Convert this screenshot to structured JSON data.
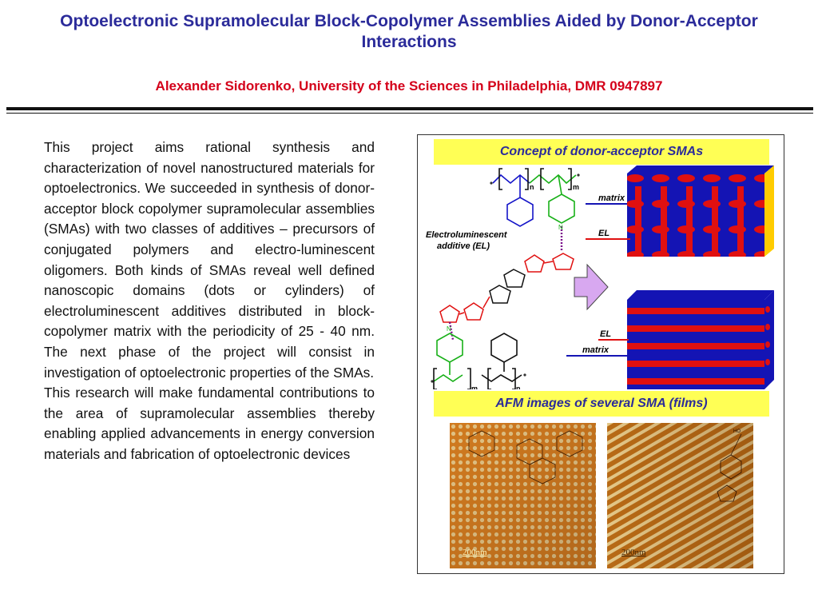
{
  "header": {
    "title": "Optoelectronic Supramolecular Block-Copolymer Assemblies Aided by Donor-Acceptor Interactions",
    "author_line": "Alexander Sidorenko, University of the Sciences in Philadelphia, DMR 0947897"
  },
  "body": {
    "paragraph_1": "This project aims rational synthesis and characterization of novel nanostructured materials for optoelectronics. We succeeded in synthesis of donor-acceptor block copolymer supramolecular assemblies (SMAs) with two classes of additives – precursors of conjugated polymers and electro-luminescent oligomers. Both kinds of SMAs reveal well defined nanoscopic domains (dots or cylinders) of electroluminescent additives distributed in block-copolymer matrix with the periodicity of 25 - 40 nm. The next phase of the project will consist in investigation of optoelectronic properties of the SMAs.",
    "paragraph_2": "This research will make fundamental contributions to the area of supramolecular assemblies thereby enabling applied advancements in energy conversion materials and fabrication of optoelectronic devices"
  },
  "figure": {
    "caption_top": "Concept of donor-acceptor SMAs",
    "caption_bottom": "AFM images of several SMA (films)",
    "labels": {
      "el_additive_line1": "Electroluminescent",
      "el_additive_line2": "additive (EL)",
      "matrix_top": "matrix",
      "el_top": "EL",
      "el_bottom": "EL",
      "matrix_bottom": "matrix",
      "sub_n_top": "n",
      "sub_m_top": "m",
      "sub_m_bottom": "m",
      "sub_n_bottom": "n",
      "pyridine_n_top": "N",
      "pyridine_n_bottom": "N",
      "ho_label": "HO",
      "scalebar_1": "200nm",
      "scalebar_2": "200nm"
    },
    "colors": {
      "styrene_blue": "#1414c8",
      "pyridine_green": "#18b018",
      "el_red": "#e01010",
      "matrix_blue": "#1414b4",
      "arrow_violet": "#d8a8f0",
      "caption_yellow": "#ffff55"
    }
  }
}
